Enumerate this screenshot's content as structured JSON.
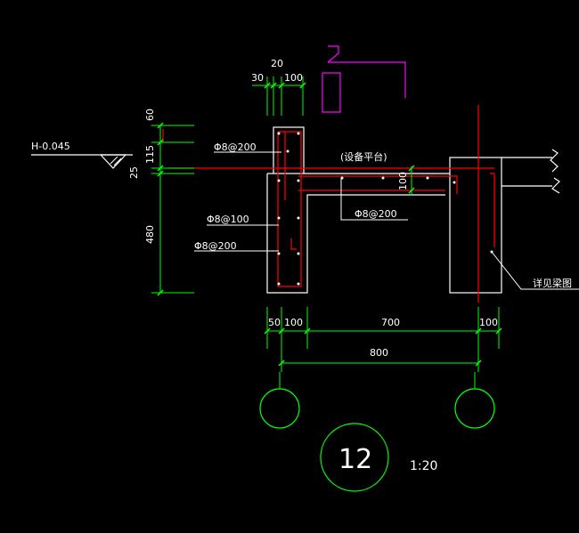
{
  "colors": {
    "background": "#000000",
    "outline": "#ffffff",
    "dimension": "#00ff00",
    "rebar": "#ff0000",
    "magenta": "#ff00ff",
    "axis_circle": "#00ff00"
  },
  "labels": {
    "level": "H-0.045",
    "platform": "(设备平台)",
    "rebar_top": "Φ8@200",
    "rebar_mid": "Φ8@100",
    "rebar_low": "Φ8@200",
    "rebar_slab": "Φ8@200",
    "beam_note": "详见梁图"
  },
  "dimensions": {
    "top_30": "30",
    "top_20": "20",
    "top_100": "100",
    "v_60": "60",
    "v_115": "115",
    "v_25": "25",
    "v_480": "480",
    "slab_100": "100",
    "b_50": "50",
    "b_100a": "100",
    "b_700": "700",
    "b_100b": "100",
    "b_800": "800"
  },
  "detail": {
    "number": "12",
    "scale": "1:20"
  }
}
